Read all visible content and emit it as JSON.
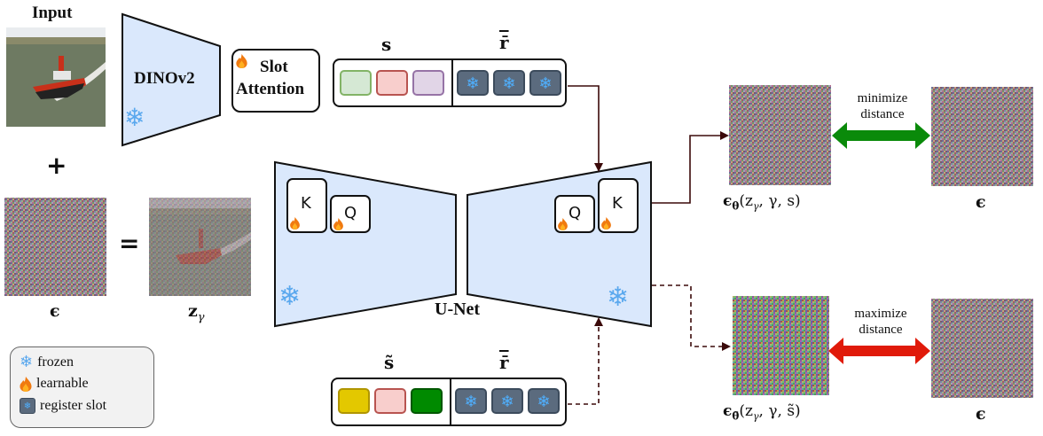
{
  "title": "Slot-based diffusion training diagram",
  "input": {
    "label": "Input",
    "image": "tugboat-photo"
  },
  "operators": {
    "plus": "+",
    "equals": "="
  },
  "noise": {
    "label": "ϵ"
  },
  "noisy_image": {
    "label": "z",
    "subscript": "γ"
  },
  "encoder": {
    "label": "DINOv2",
    "state": "frozen"
  },
  "slot_attention": {
    "label_line1": "Slot",
    "label_line2": "Attention",
    "state": "learnable"
  },
  "top_slots": {
    "slots_label": "s",
    "registers_label": "r̄",
    "slots": [
      {
        "fill": "#d5e8d4",
        "stroke": "#82b366"
      },
      {
        "fill": "#f8cecc",
        "stroke": "#b85450"
      },
      {
        "fill": "#e1d5e7",
        "stroke": "#9673a6"
      }
    ],
    "register_count": 3
  },
  "bottom_slots": {
    "slots_label": "s̃",
    "registers_label": "r̄",
    "slots": [
      {
        "fill": "#e3c800",
        "stroke": "#b09500"
      },
      {
        "fill": "#f8cecc",
        "stroke": "#b85450"
      },
      {
        "fill": "#008a00",
        "stroke": "#005700"
      }
    ],
    "register_count": 3
  },
  "unet": {
    "label": "U-Net",
    "state": "frozen",
    "encoder_blocks": [
      {
        "label": "K",
        "state": "learnable"
      },
      {
        "label": "Q",
        "state": "learnable"
      }
    ],
    "decoder_blocks": [
      {
        "label": "Q",
        "state": "learnable"
      },
      {
        "label": "K",
        "state": "learnable"
      }
    ]
  },
  "outputs": {
    "top": {
      "pred_label_main": "ϵ",
      "pred_label_sub": "θ",
      "pred_label_args": "(z",
      "pred_label_args_sub": "γ",
      "pred_label_rest": ", γ, s)",
      "target_label": "ϵ",
      "relation_line1": "minimize",
      "relation_line2": "distance",
      "arrow_color": "#0a8a0a"
    },
    "bottom": {
      "pred_label_main": "ϵ",
      "pred_label_sub": "θ̄",
      "pred_label_args": "(z",
      "pred_label_args_sub": "γ",
      "pred_label_rest": ", γ, s̃)",
      "target_label": "ϵ",
      "relation_line1": "maximize",
      "relation_line2": "distance",
      "arrow_color": "#e01a0a"
    }
  },
  "legend": {
    "items": [
      {
        "icon": "snowflake-icon",
        "label": "frozen"
      },
      {
        "icon": "flame-icon",
        "label": "learnable"
      },
      {
        "icon": "register-slot-icon",
        "label": "register slot"
      }
    ]
  },
  "colors": {
    "block_fill": "#dae8fc",
    "arrow": "#3b0a0a",
    "snowflake": "#5aa8ee",
    "register_fill": "#5b6b7e"
  }
}
